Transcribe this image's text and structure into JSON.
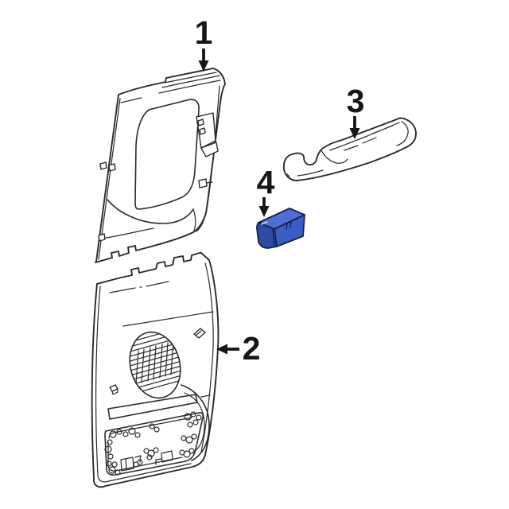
{
  "figure": {
    "background": "#ffffff",
    "line_color": "#2a2a2a",
    "label_color": "#161616",
    "style": "exploded-parts-line-drawing"
  },
  "callouts": [
    {
      "label": "1",
      "part": "upper-door-trim-panel",
      "arrow_direction": "down",
      "highlighted": false
    },
    {
      "label": "2",
      "part": "lower-door-trim-panel",
      "arrow_direction": "left",
      "highlighted": false
    },
    {
      "label": "3",
      "part": "armrest-pull-handle",
      "arrow_direction": "down",
      "highlighted": false
    },
    {
      "label": "4",
      "part": "switch-housing-bezel",
      "arrow_direction": "down",
      "highlighted": true
    }
  ],
  "highlight": {
    "top": "#4f70d2",
    "front": "#3a5cc4",
    "side": "#2e4ba8",
    "outline": "#14234f"
  }
}
